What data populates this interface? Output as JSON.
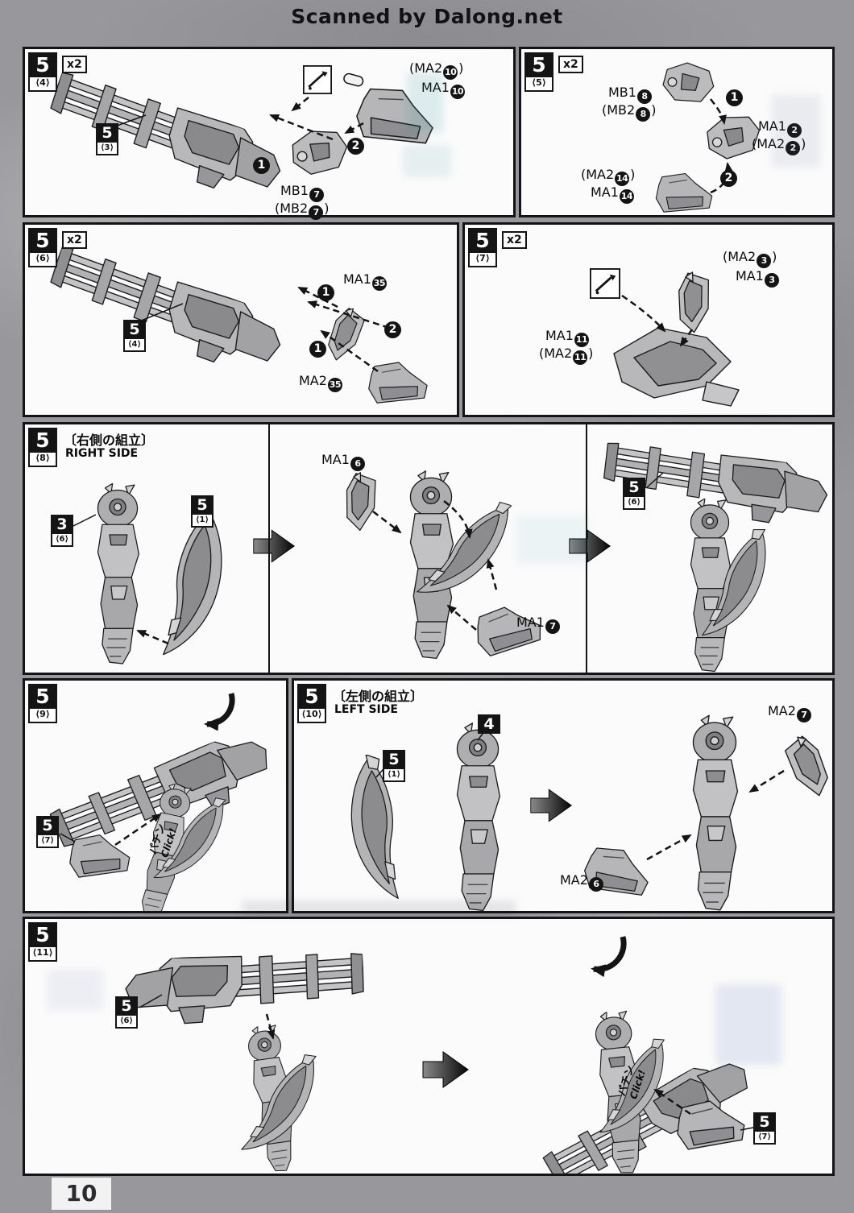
{
  "header": {
    "watermark": "Scanned by Dalong.net"
  },
  "page_number": "10",
  "panels": {
    "p5_4": {
      "step": "5",
      "variant": "⟨4⟩",
      "multiplier": "x2",
      "ref": {
        "step": "5",
        "variant": "⟨3⟩"
      },
      "parts": {
        "ma2_10": {
          "text": "(MA2",
          "num": "10",
          "suffix": ")"
        },
        "ma1_10": {
          "text": "MA1",
          "num": "10",
          "suffix": ""
        },
        "mb1_7": {
          "text": "MB1",
          "num": "7",
          "suffix": ""
        },
        "mb2_7": {
          "text": "(MB2",
          "num": "7",
          "suffix": ")"
        }
      },
      "orders": {
        "o1": "1",
        "o2": "2"
      }
    },
    "p5_5": {
      "step": "5",
      "variant": "⟨5⟩",
      "multiplier": "x2",
      "parts": {
        "mb1_8": {
          "text": "MB1",
          "num": "8",
          "suffix": ""
        },
        "mb2_8": {
          "text": "(MB2",
          "num": "8",
          "suffix": ")"
        },
        "ma1_2": {
          "text": "MA1",
          "num": "2",
          "suffix": ""
        },
        "ma2_2": {
          "text": "(MA2",
          "num": "2",
          "suffix": ")"
        },
        "ma2_14": {
          "text": "(MA2",
          "num": "14",
          "suffix": ")"
        },
        "ma1_14": {
          "text": "MA1",
          "num": "14",
          "suffix": ""
        }
      },
      "orders": {
        "o1": "1",
        "o2": "2"
      }
    },
    "p5_6": {
      "step": "5",
      "variant": "⟨6⟩",
      "multiplier": "x2",
      "ref": {
        "step": "5",
        "variant": "⟨4⟩"
      },
      "parts": {
        "ma1_35": {
          "text": "MA1",
          "num": "35",
          "suffix": ""
        },
        "ma2_35": {
          "text": "MA2",
          "num": "35",
          "suffix": ""
        }
      },
      "orders": {
        "o1": "1",
        "o2": "2",
        "o3": "1"
      }
    },
    "p5_7": {
      "step": "5",
      "variant": "⟨7⟩",
      "multiplier": "x2",
      "parts": {
        "ma2_3": {
          "text": "(MA2",
          "num": "3",
          "suffix": ")"
        },
        "ma1_3": {
          "text": "MA1",
          "num": "3",
          "suffix": ""
        },
        "ma1_11": {
          "text": "MA1",
          "num": "11",
          "suffix": ""
        },
        "ma2_11": {
          "text": "(MA2",
          "num": "11",
          "suffix": ")"
        }
      }
    },
    "p5_8": {
      "step": "5",
      "variant": "⟨8⟩",
      "title_jp": "〔右側の組立〕",
      "title_en": "RIGHT SIDE",
      "ref_3_6": {
        "step": "3",
        "variant": "⟨6⟩"
      },
      "ref_5_1": {
        "step": "5",
        "variant": "⟨1⟩"
      },
      "ref_5_6": {
        "step": "5",
        "variant": "⟨6⟩"
      },
      "parts": {
        "ma1_6": {
          "text": "MA1",
          "num": "6",
          "suffix": ""
        },
        "ma1_7": {
          "text": "MA1",
          "num": "7",
          "suffix": ""
        }
      }
    },
    "p5_9": {
      "step": "5",
      "variant": "⟨9⟩",
      "ref": {
        "step": "5",
        "variant": "⟨7⟩"
      },
      "click_jp": "パチン",
      "click_en": "Click!"
    },
    "p5_10": {
      "step": "5",
      "variant": "⟨10⟩",
      "title_jp": "〔左側の組立〕",
      "title_en": "LEFT SIDE",
      "ref_5_1": {
        "step": "5",
        "variant": "⟨1⟩"
      },
      "ref_4": {
        "step": "4"
      },
      "parts": {
        "ma2_7": {
          "text": "MA2",
          "num": "7",
          "suffix": ""
        },
        "ma2_6": {
          "text": "MA2",
          "num": "6",
          "suffix": ""
        }
      }
    },
    "p5_11": {
      "step": "5",
      "variant": "⟨11⟩",
      "ref_5_6": {
        "step": "5",
        "variant": "⟨6⟩"
      },
      "ref_5_7": {
        "step": "5",
        "variant": "⟨7⟩"
      },
      "click_jp": "パチン",
      "click_en": "Click!"
    }
  }
}
